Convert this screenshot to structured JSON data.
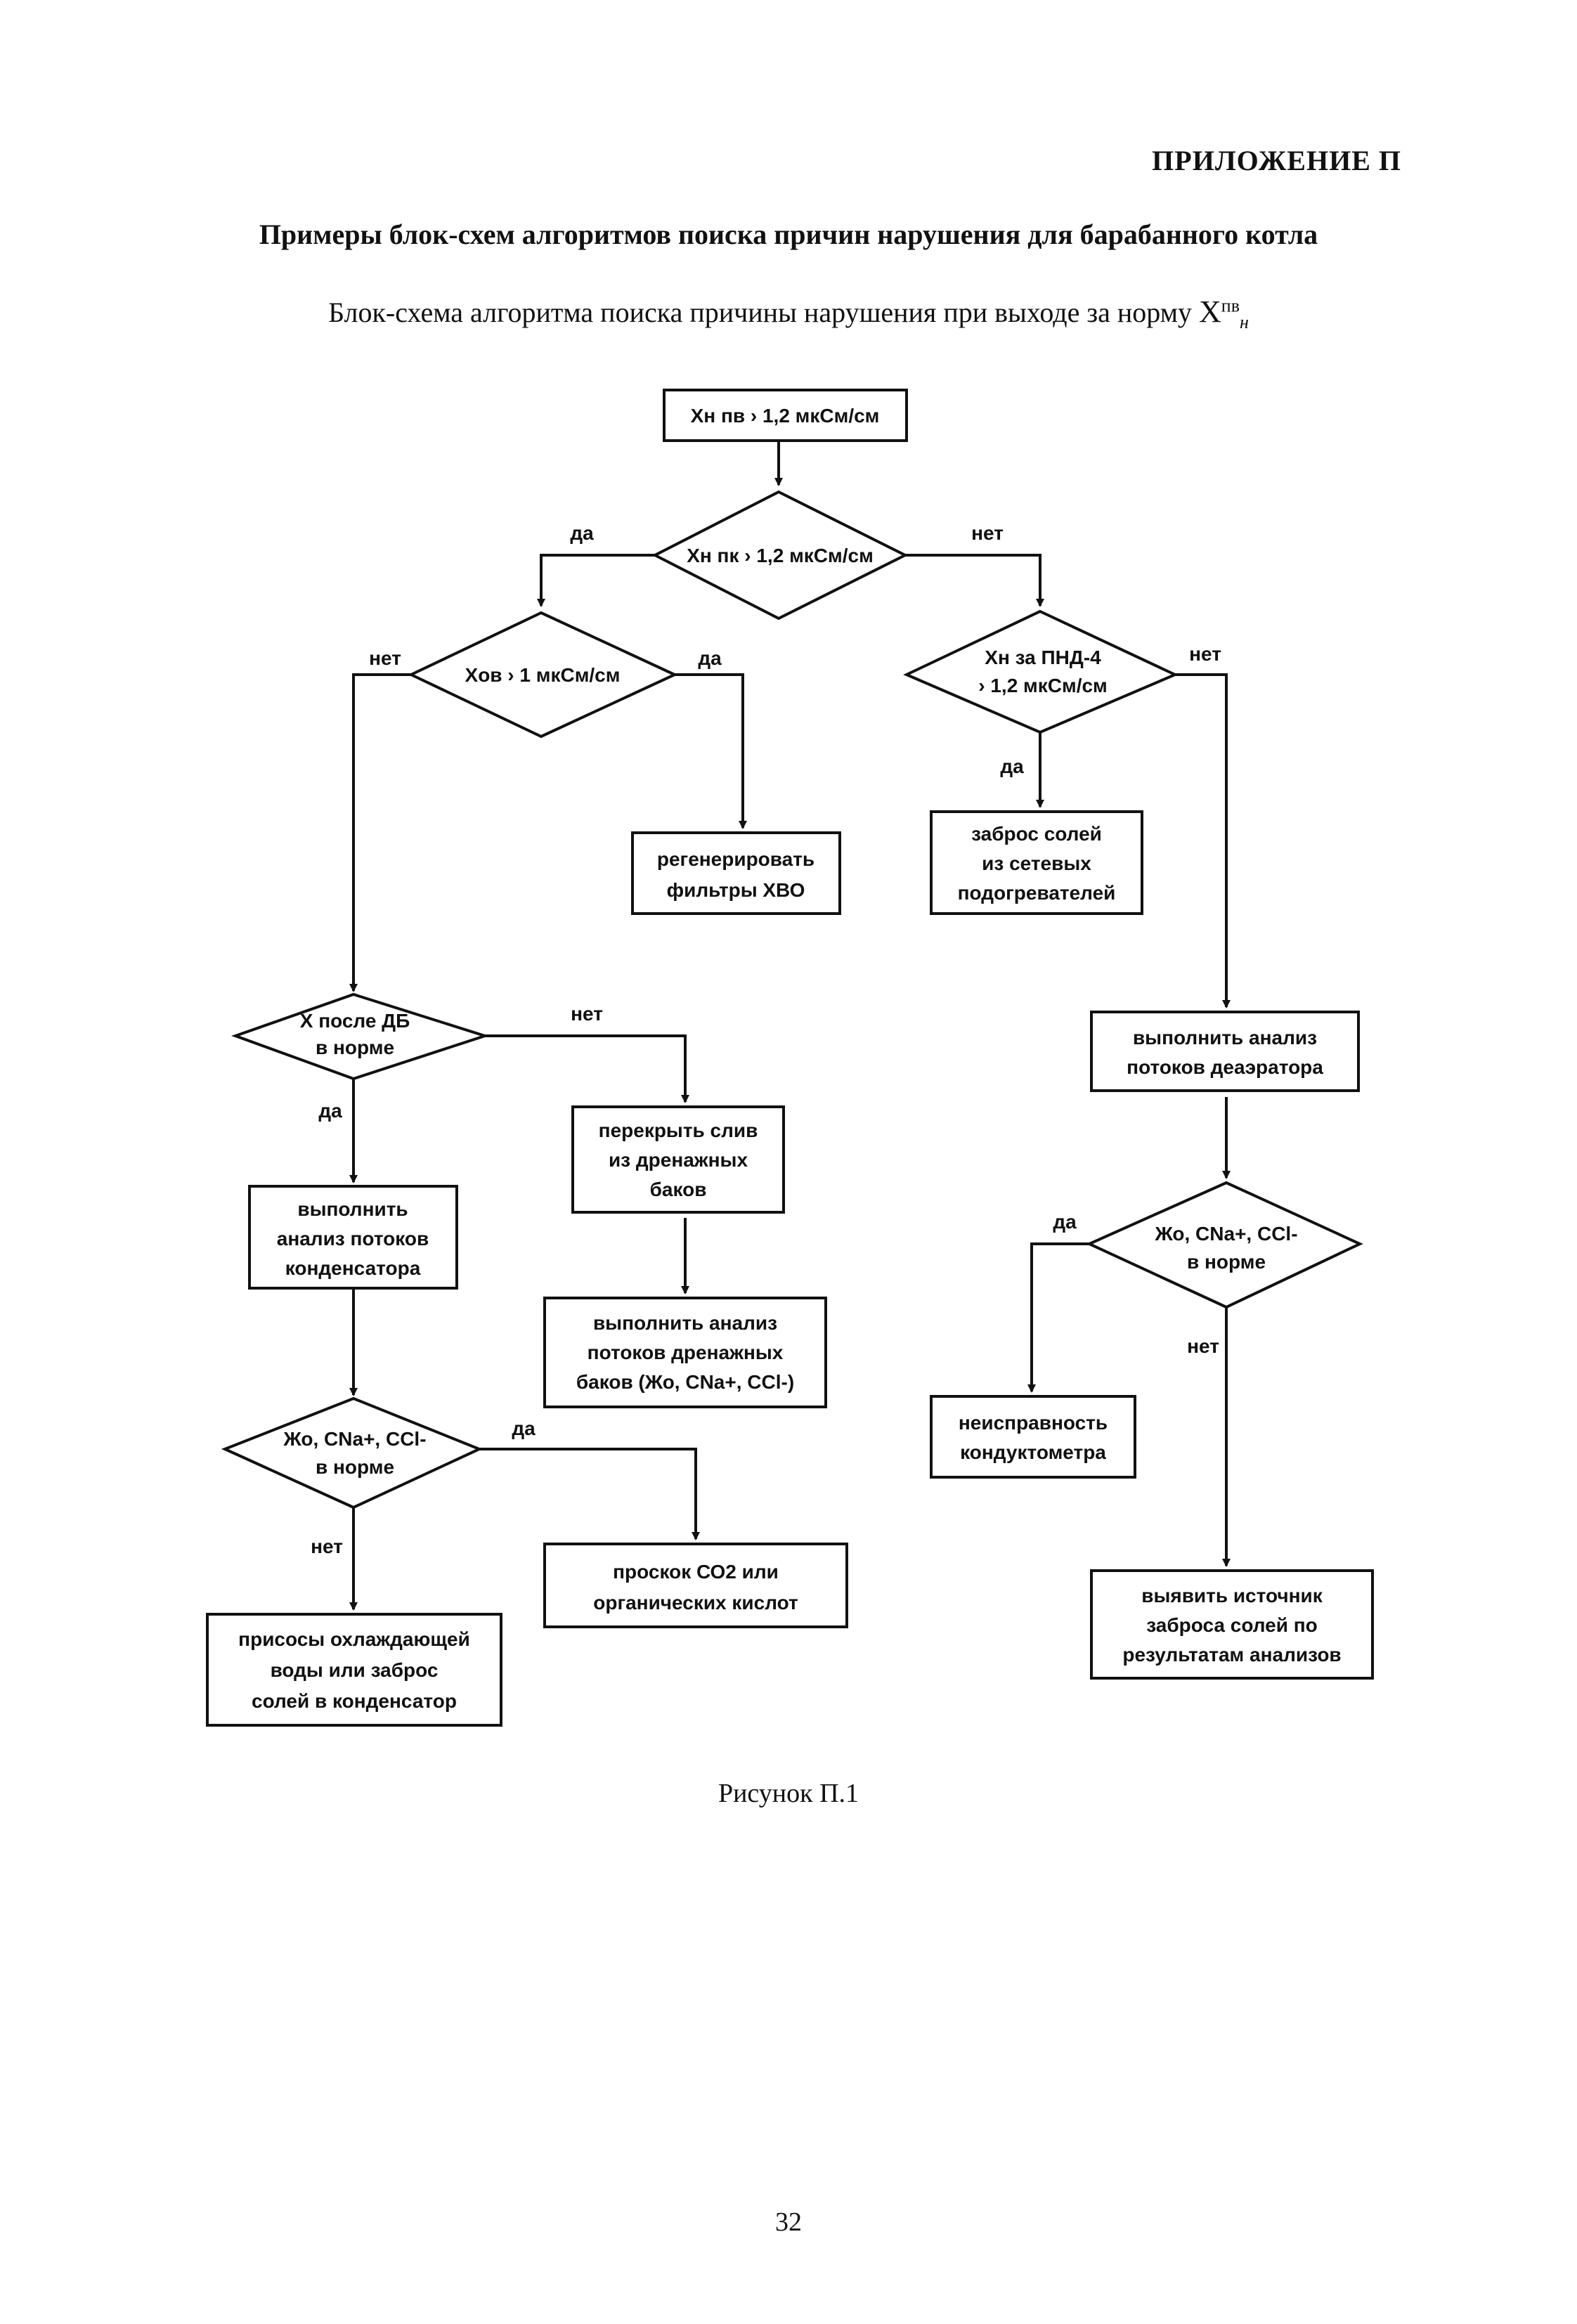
{
  "header": {
    "appendix": "ПРИЛОЖЕНИЕ П",
    "title": "Примеры блок-схем алгоритмов поиска причин нарушения для барабанного котла",
    "subtitle_text": "Блок-схема алгоритма поиска причины нарушения при выходе за норму",
    "subtitle_symbol": "Χ",
    "subtitle_sup": "пв",
    "subtitle_sub": "н"
  },
  "flowchart": {
    "start": "Χн пв › 1,2 мкСм/см",
    "d1": "Χн пк › 1,2 мкСм/см",
    "d1_yes": "да",
    "d1_no": "нет",
    "d2": "Χов › 1 мкСм/см",
    "d2_no": "нет",
    "d2_yes": "да",
    "d3_line1": "Χн за ПНД-4",
    "d3_line2": "› 1,2 мкСм/см",
    "d3_no": "нет",
    "d3_yes": "да",
    "box_regen_l1": "регенерировать",
    "box_regen_l2": "фильтры ХВО",
    "box_salt_l1": "заброс солей",
    "box_salt_l2": "из сетевых",
    "box_salt_l3": "подогревателей",
    "d4_line1": "Χ после ДБ",
    "d4_line2": "в норме",
    "d4_no": "нет",
    "d4_yes": "да",
    "box_deaer_l1": "выполнить анализ",
    "box_deaer_l2": "потоков деаэратора",
    "box_drain_l1": "перекрыть слив",
    "box_drain_l2": "из дренажных",
    "box_drain_l3": "баков",
    "box_cond_l1": "выполнить",
    "box_cond_l2": "анализ потоков",
    "box_cond_l3": "конденсатора",
    "box_drainan_l1": "выполнить анализ",
    "box_drainan_l2": "потоков дренажных",
    "box_drainan_l3": "баков (Жо, СNa+, СCl-)",
    "d5_line1": "Жо, СNa+, СCl-",
    "d5_line2": "в норме",
    "d5_yes": "да",
    "d5_no": "нет",
    "box_meter_l1": "неисправность",
    "box_meter_l2": "кондуктометра",
    "d6_line1": "Жо, СNa+, СCl-",
    "d6_line2": "в норме",
    "d6_yes": "да",
    "d6_no": "нет",
    "box_co2_l1": "проскок СО2 или",
    "box_co2_l2": "органических кислот",
    "box_suction_l1": "присосы охлаждающей",
    "box_suction_l2": "воды или заброс",
    "box_suction_l3": "солей в конденсатор",
    "box_source_l1": "выявить источник",
    "box_source_l2": "заброса солей по",
    "box_source_l3": "результатам анализов"
  },
  "footer": {
    "caption": "Рисунок П.1",
    "page_number": "32"
  }
}
